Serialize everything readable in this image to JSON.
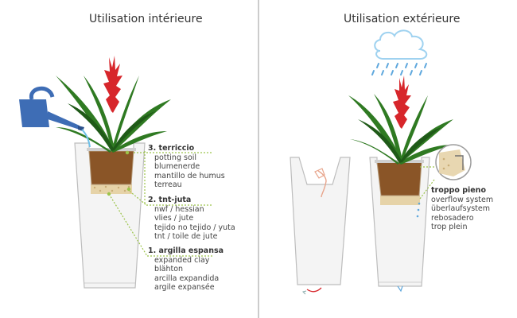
{
  "indoor": {
    "title": "Utilisation intérieure",
    "layers": [
      {
        "heading": "3. terriccio",
        "lines": [
          "potting soil",
          "blumenerde",
          "mantillo de humus",
          "terreau"
        ]
      },
      {
        "heading": "2. tnt-juta",
        "lines": [
          "nwf / hessian",
          "vlies / jute",
          "tejido no tejido / yuta",
          "tnt / toile de jute"
        ]
      },
      {
        "heading": "1. argilla espansa",
        "lines": [
          "expanded clay",
          "blähton",
          "arcilla expandida",
          "argile expansée"
        ]
      }
    ]
  },
  "outdoor": {
    "title": "Utilisation extérieure",
    "overflow": {
      "heading": "troppo pieno",
      "lines": [
        "overflow system",
        "überlaufsystem",
        "rebosadero",
        "trop plein"
      ]
    }
  },
  "colors": {
    "pot": "#f4f4f4",
    "pot_outline": "#bdbdbd",
    "soil": "#8a5527",
    "clay": "#e6d3a8",
    "leaf": "#2f7a22",
    "leaf_dark": "#1f5a18",
    "flower": "#d7262b",
    "watering_can": "#3e6db5",
    "cloud": "#bfe0f5",
    "rain": "#5fa8dd",
    "leader_line": "#9cc44b",
    "divider": "#999999"
  }
}
